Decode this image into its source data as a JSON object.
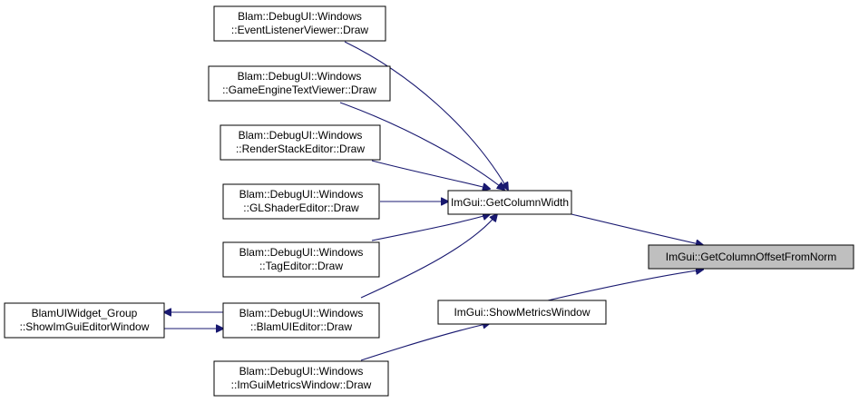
{
  "diagram": {
    "nodes": [
      {
        "id": "n_event",
        "lines": [
          "Blam::DebugUI::Windows",
          "::EventListenerViewer::Draw"
        ],
        "focus": false
      },
      {
        "id": "n_gametext",
        "lines": [
          "Blam::DebugUI::Windows",
          "::GameEngineTextViewer::Draw"
        ],
        "focus": false
      },
      {
        "id": "n_renderstack",
        "lines": [
          "Blam::DebugUI::Windows",
          "::RenderStackEditor::Draw"
        ],
        "focus": false
      },
      {
        "id": "n_glshader",
        "lines": [
          "Blam::DebugUI::Windows",
          "::GLShaderEditor::Draw"
        ],
        "focus": false
      },
      {
        "id": "n_tageditor",
        "lines": [
          "Blam::DebugUI::Windows",
          "::TagEditor::Draw"
        ],
        "focus": false
      },
      {
        "id": "n_blamui",
        "lines": [
          "Blam::DebugUI::Windows",
          "::BlamUIEditor::Draw"
        ],
        "focus": false
      },
      {
        "id": "n_imguimetrics",
        "lines": [
          "Blam::DebugUI::Windows",
          "::ImGuiMetricsWindow::Draw"
        ],
        "focus": false
      },
      {
        "id": "n_widgetgroup",
        "lines": [
          "BlamUIWidget_Group",
          "::ShowImGuiEditorWindow"
        ],
        "focus": false
      },
      {
        "id": "n_getcolwidth",
        "lines": [
          "ImGui::GetColumnWidth"
        ],
        "focus": false
      },
      {
        "id": "n_showmetrics",
        "lines": [
          "ImGui::ShowMetricsWindow"
        ],
        "focus": false
      },
      {
        "id": "n_offsetnorm",
        "lines": [
          "ImGui::GetColumnOffsetFromNorm"
        ],
        "focus": true
      }
    ],
    "edges": [
      {
        "from": "n_event",
        "to": "n_getcolwidth"
      },
      {
        "from": "n_gametext",
        "to": "n_getcolwidth"
      },
      {
        "from": "n_renderstack",
        "to": "n_getcolwidth"
      },
      {
        "from": "n_glshader",
        "to": "n_getcolwidth"
      },
      {
        "from": "n_tageditor",
        "to": "n_getcolwidth"
      },
      {
        "from": "n_blamui",
        "to": "n_getcolwidth"
      },
      {
        "from": "n_blamui",
        "to": "n_widgetgroup"
      },
      {
        "from": "n_widgetgroup",
        "to": "n_blamui"
      },
      {
        "from": "n_imguimetrics",
        "to": "n_showmetrics"
      },
      {
        "from": "n_getcolwidth",
        "to": "n_offsetnorm"
      },
      {
        "from": "n_showmetrics",
        "to": "n_offsetnorm"
      }
    ],
    "colors": {
      "edge": "#191970",
      "focus_fill": "#bfbfbf",
      "node_fill": "#ffffff",
      "border": "#000000"
    }
  }
}
